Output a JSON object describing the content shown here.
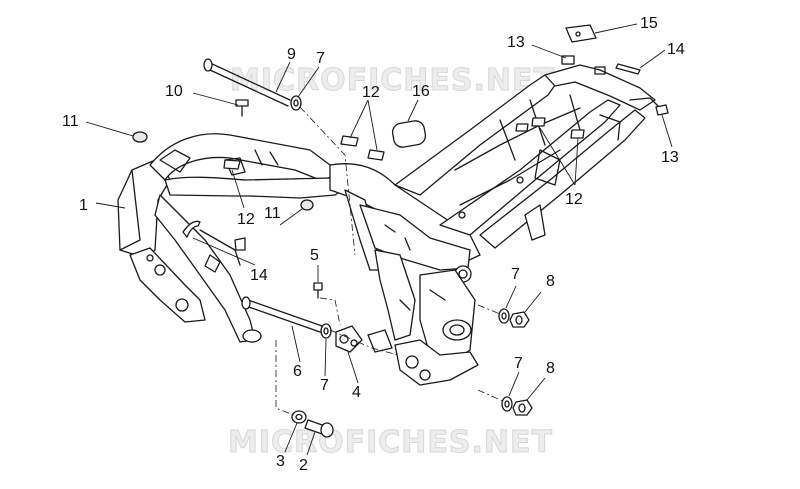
{
  "watermark": {
    "top": "MICROFICHES.NET",
    "bottom": "MICROFICHES.NET"
  },
  "callouts": {
    "n1": "1",
    "n2": "2",
    "n3": "3",
    "n4": "4",
    "n5": "5",
    "n6": "6",
    "n7_top": "7",
    "n7_mid": "7",
    "n7_right_a": "7",
    "n7_right_b": "7",
    "n8_a": "8",
    "n8_b": "8",
    "n9": "9",
    "n10": "10",
    "n11_left": "11",
    "n11_mid": "11",
    "n12_top": "12",
    "n12_left": "12",
    "n12_right": "12",
    "n13_top": "13",
    "n13_right": "13",
    "n14_top": "14",
    "n14_left": "14",
    "n15": "15",
    "n16": "16"
  }
}
